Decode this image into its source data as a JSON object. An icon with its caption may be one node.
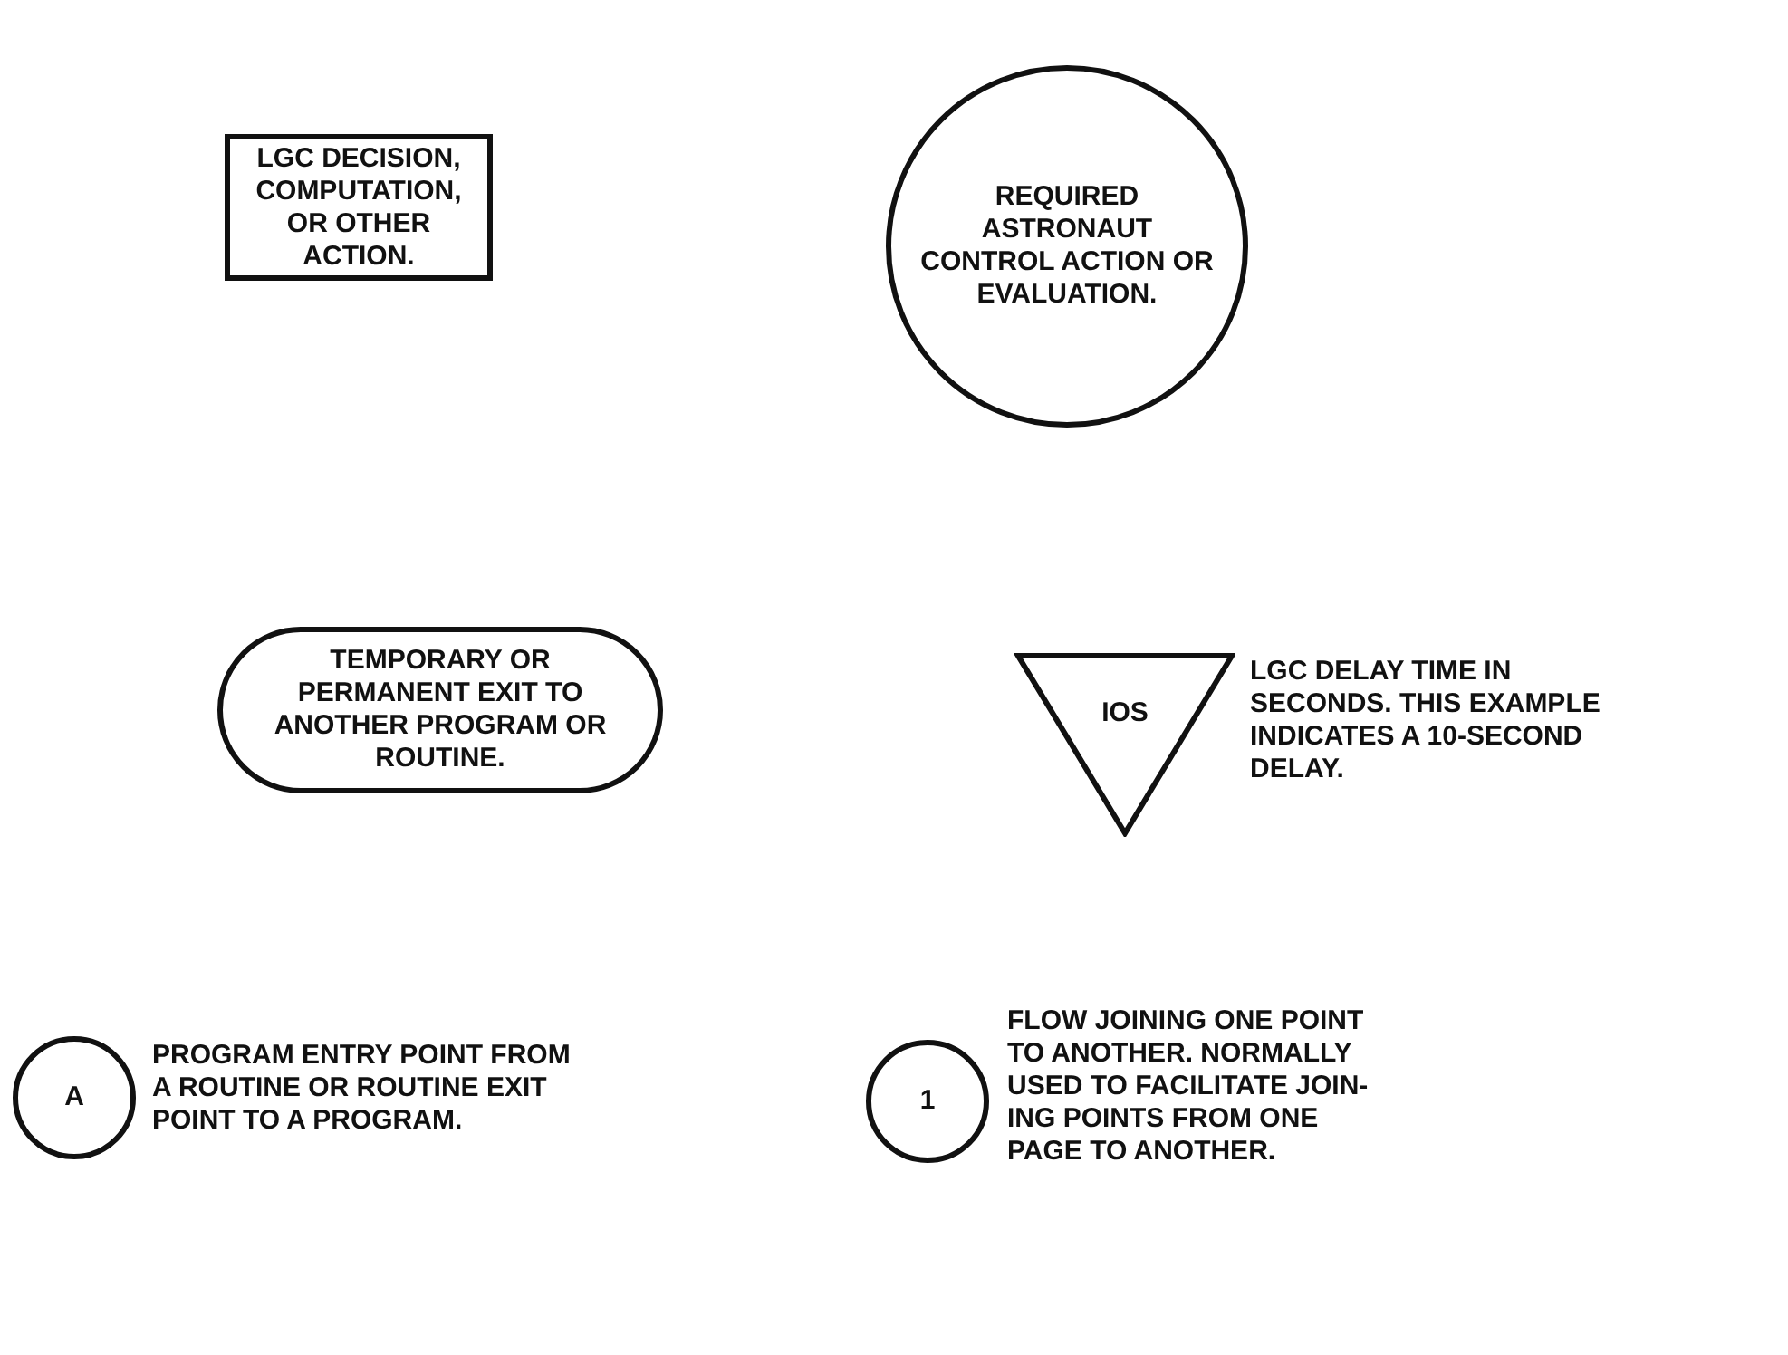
{
  "diagram": {
    "nodes": [
      {
        "text": [
          "LGC DECISION, COMPUTATION, OR OTHER ACTION."
        ]
      },
      {
        "text": [
          "REQUIRED ASTRONAUT CONTROL ACTION OR EVALUATION."
        ]
      },
      {
        "text": [
          "TEMPORARY OR PERMANENT EXIT TO ANOTHER PROGRAM OR ROUTINE."
        ]
      },
      {
        "text": [
          "IOS"
        ],
        "beside": [
          "LGC DELAY TIME IN SECONDS. THIS EXAMPLE INDICATES A 10-SECOND DELAY."
        ]
      },
      {
        "text": [
          "A"
        ],
        "beside": [
          "PROGRAM ENTRY POINT FROM A ROUTINE OR ROUTINE EXIT POINT TO A PROGRAM."
        ]
      },
      {
        "text": [
          "1"
        ],
        "beside": [
          "FLOW JOINING ONE POINT TO ANOTHER. NORMALLY USED TO FACILITATE JOIN-ING POINTS FROM ONE PAGE TO ANOTHER."
        ]
      }
    ]
  }
}
